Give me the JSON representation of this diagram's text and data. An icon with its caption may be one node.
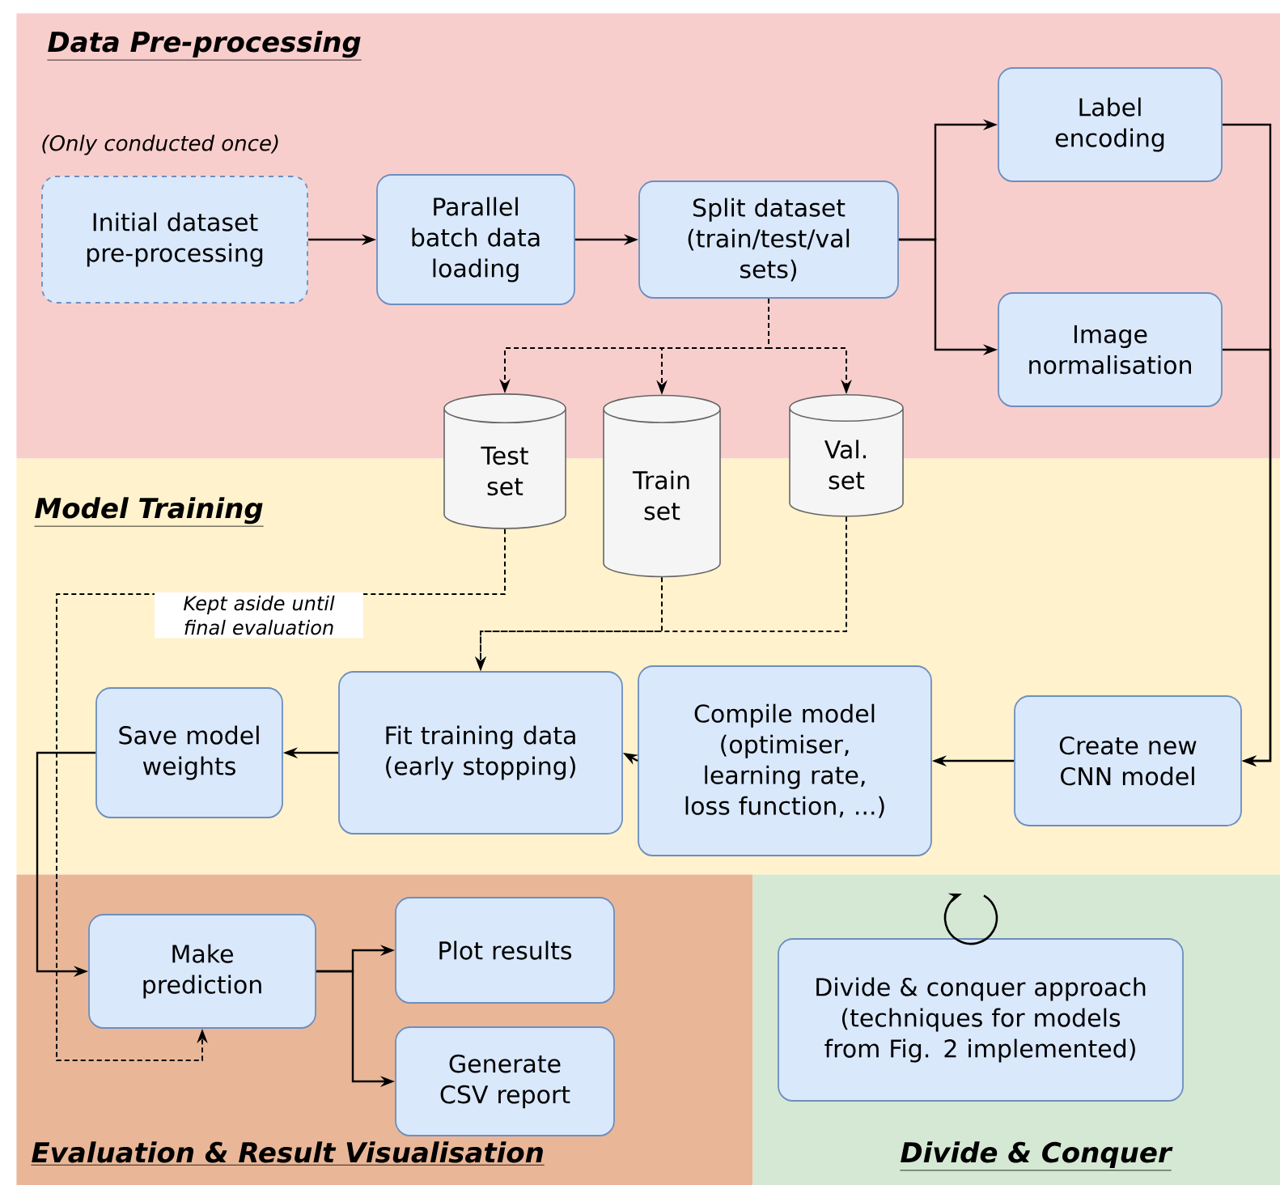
{
  "diagram": {
    "nodes": [
      {
        "text": [
          "Data Pre-processing"
        ]
      },
      {
        "text": [
          "Initial dataset pre-processing"
        ],
        "in": 0,
        "beside": [
          "(Only conducted once)"
        ]
      },
      {
        "text": [
          "Parallel batch data loading"
        ],
        "in": 0
      },
      {
        "text": [
          "Split dataset (train/test/val sets)"
        ],
        "in": 0
      },
      {
        "text": [
          "Label encoding"
        ],
        "in": 0
      },
      {
        "text": [
          "Image normalisation"
        ],
        "in": 0
      },
      {
        "text": [
          "Test set"
        ]
      },
      {
        "text": [
          "Train set"
        ]
      },
      {
        "text": [
          "Val. set"
        ]
      },
      {
        "text": [
          "Model Training"
        ]
      },
      {
        "text": [
          "Save model weights"
        ],
        "in": 9
      },
      {
        "text": [
          "Fit training data (early stopping)"
        ],
        "in": 9
      },
      {
        "text": [
          "Compile model (optimiser, learning rate, loss function, ...)"
        ],
        "in": 9
      },
      {
        "text": [
          "Create new CNN model"
        ],
        "in": 9
      },
      {
        "text": [
          "Evaluation & Result Visualisation"
        ]
      },
      {
        "text": [
          "Make prediction"
        ],
        "in": 14
      },
      {
        "text": [
          "Plot results"
        ],
        "in": 14
      },
      {
        "text": [
          "Generate CSV report"
        ],
        "in": 14
      },
      {
        "text": [
          "Divide & Conquer"
        ]
      },
      {
        "text": [
          "Divide & conquer approach (techniques for models from Fig. 2 implemented)"
        ],
        "in": 18
      }
    ],
    "edges": [
      {
        "from": 1,
        "to": 2,
        "arrow": "to"
      },
      {
        "from": 2,
        "to": 3,
        "arrow": "to"
      },
      {
        "from": 3,
        "to": 4,
        "arrow": "to"
      },
      {
        "from": 3,
        "to": 5,
        "arrow": "to"
      },
      {
        "from": 4,
        "to": 13,
        "arrow": "to"
      },
      {
        "from": 5,
        "to": 13,
        "arrow": "to"
      },
      {
        "from": 3,
        "to": 6,
        "arrow": "to",
        "style": "dashed"
      },
      {
        "from": 3,
        "to": 7,
        "arrow": "to",
        "style": "dashed"
      },
      {
        "from": 3,
        "to": 8,
        "arrow": "to",
        "style": "dashed"
      },
      {
        "from": 6,
        "to": 15,
        "arrow": "to",
        "style": "dashed",
        "label": "Kept aside until final evaluation"
      },
      {
        "from": 7,
        "to": 11,
        "arrow": "to",
        "style": "dashed"
      },
      {
        "from": 8,
        "to": 11,
        "arrow": "to",
        "style": "dashed"
      },
      {
        "from": 13,
        "to": 12,
        "arrow": "to"
      },
      {
        "from": 12,
        "to": 11,
        "arrow": "to"
      },
      {
        "from": 11,
        "to": 10,
        "arrow": "to"
      },
      {
        "from": 10,
        "to": 15,
        "arrow": "to"
      },
      {
        "from": 15,
        "to": 16,
        "arrow": "to"
      },
      {
        "from": 15,
        "to": 17,
        "arrow": "to"
      }
    ]
  }
}
